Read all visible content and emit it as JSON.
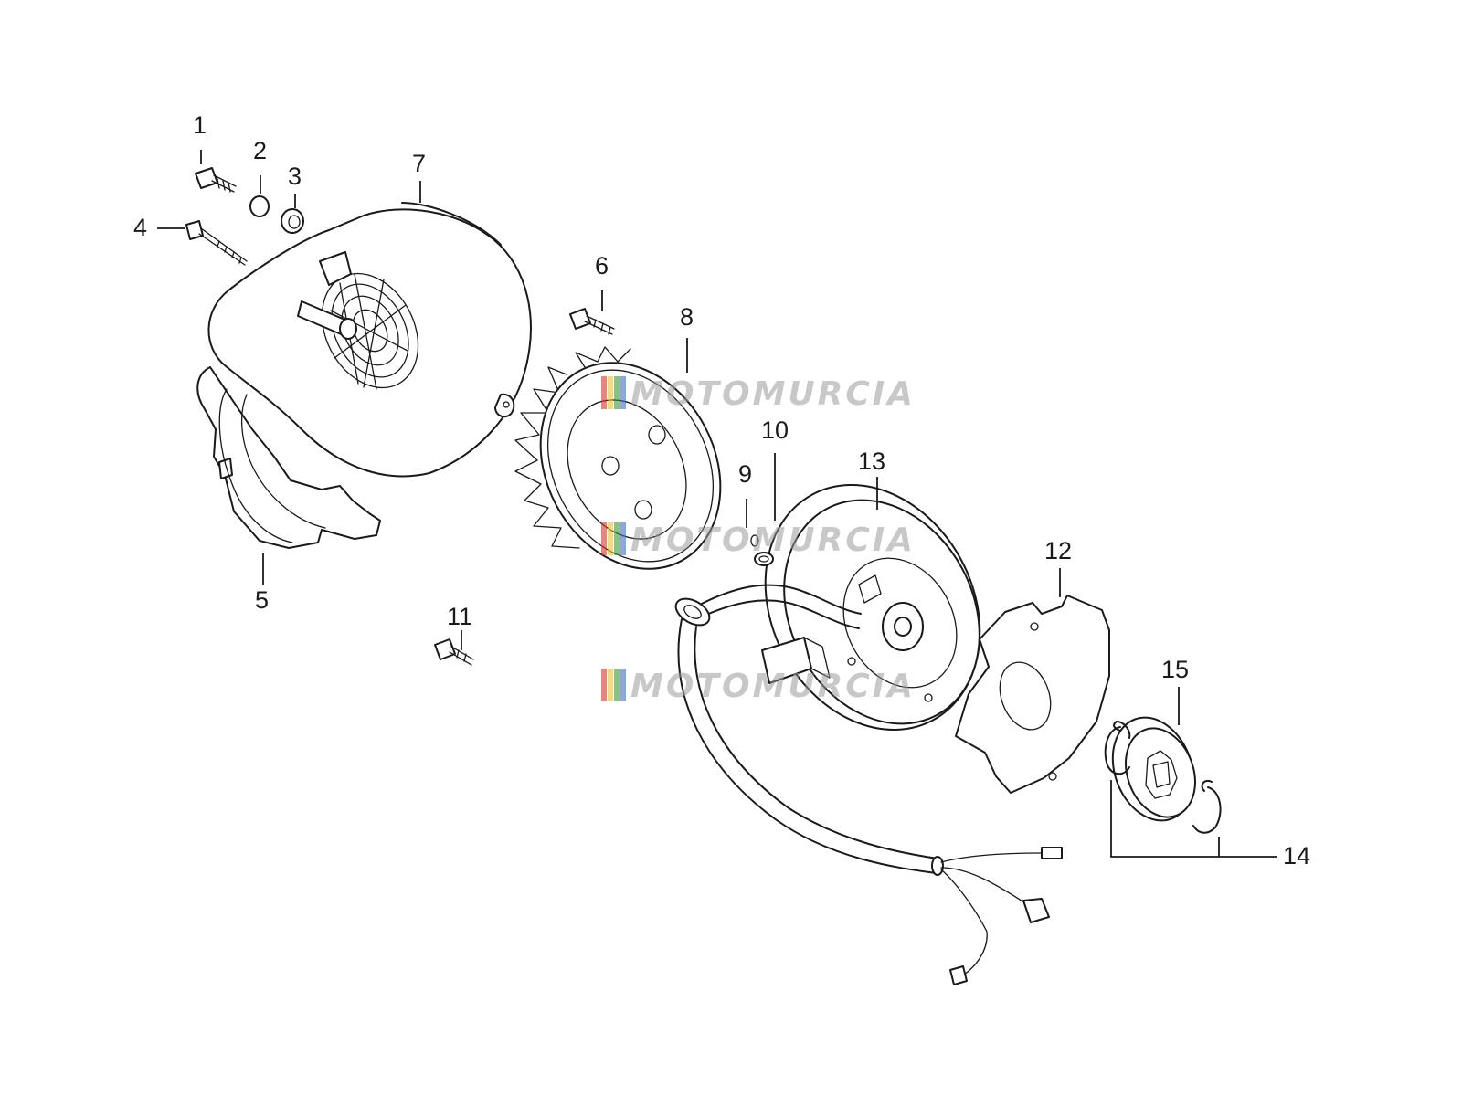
{
  "diagram": {
    "callouts": [
      {
        "id": "1",
        "label": "1"
      },
      {
        "id": "2",
        "label": "2"
      },
      {
        "id": "3",
        "label": "3"
      },
      {
        "id": "4",
        "label": "4"
      },
      {
        "id": "5",
        "label": "5"
      },
      {
        "id": "6",
        "label": "6"
      },
      {
        "id": "7",
        "label": "7"
      },
      {
        "id": "8",
        "label": "8"
      },
      {
        "id": "9",
        "label": "9"
      },
      {
        "id": "10",
        "label": "10"
      },
      {
        "id": "11",
        "label": "11"
      },
      {
        "id": "12",
        "label": "12"
      },
      {
        "id": "13",
        "label": "13"
      },
      {
        "id": "14",
        "label": "14"
      },
      {
        "id": "15",
        "label": "15"
      }
    ]
  },
  "watermark": {
    "text": "MOTOMURCIA",
    "stripe_colors": [
      "#d6362f",
      "#f2c01e",
      "#3a9a3a",
      "#3d6fbf"
    ]
  }
}
